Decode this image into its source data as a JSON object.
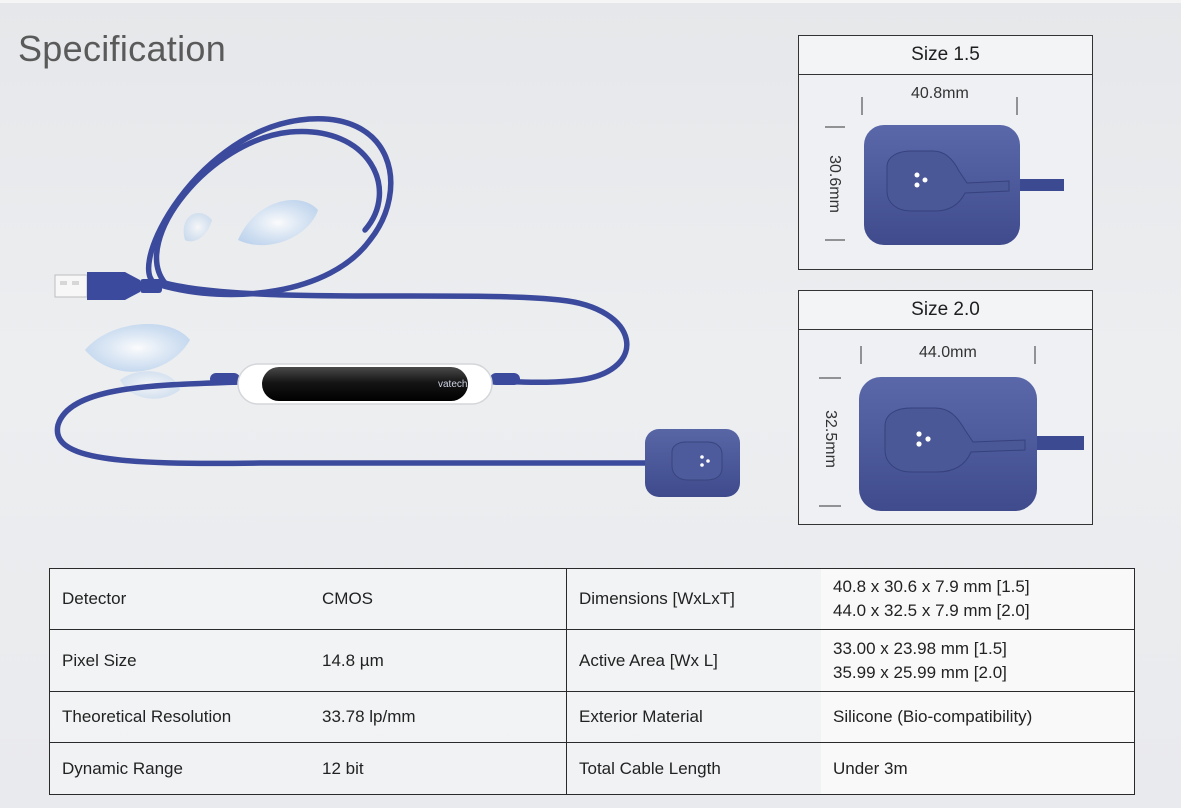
{
  "page": {
    "title": "Specification"
  },
  "product": {
    "brand": "vatech"
  },
  "sizes": [
    {
      "label": "Size 1.5",
      "width": "40.8mm",
      "height": "30.6mm"
    },
    {
      "label": "Size 2.0",
      "width": "44.0mm",
      "height": "32.5mm"
    }
  ],
  "spec_table": {
    "rows": [
      {
        "label_left": "Detector",
        "value_left": "CMOS",
        "label_right": "Dimensions [WxLxT]",
        "value_right": [
          "40.8 x 30.6 x 7.9 mm [1.5]",
          "44.0 x 32.5 x 7.9 mm [2.0]"
        ]
      },
      {
        "label_left": "Pixel Size",
        "value_left": "14.8 µm",
        "label_right": "Active Area [Wx L]",
        "value_right": [
          "33.00 x 23.98 mm [1.5]",
          "35.99 x 25.99 mm [2.0]"
        ]
      },
      {
        "label_left": "Theoretical Resolution",
        "value_left": "33.78 lp/mm",
        "label_right": "Exterior Material",
        "value_right": [
          "Silicone (Bio-compatibility)"
        ]
      },
      {
        "label_left": "Dynamic Range",
        "value_left": "12 bit",
        "label_right": "Total Cable Length",
        "value_right": [
          "Under 3m"
        ]
      }
    ]
  },
  "colors": {
    "sensor_blue": "#4a5596",
    "cable_blue": "#3b4a9c",
    "title_gray": "#5a5a5a"
  }
}
